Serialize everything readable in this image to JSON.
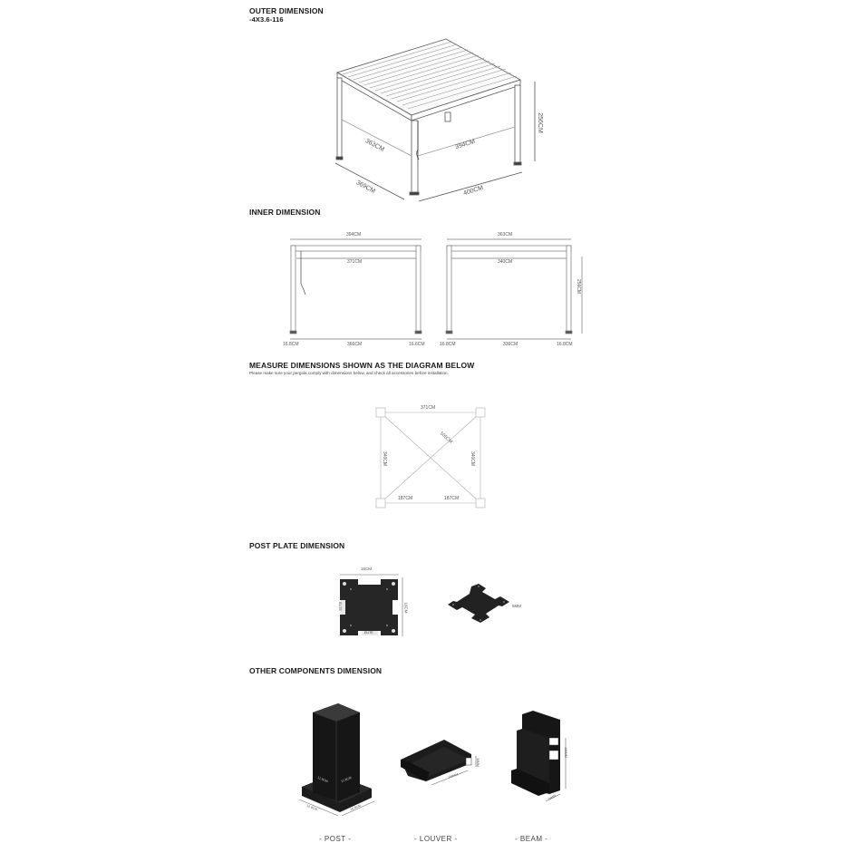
{
  "outer": {
    "title": "OUTER DIMENSION",
    "model": "-4X3.6-116",
    "labels": {
      "height": "256CM",
      "inner_side": "363CM",
      "inner_front": "394CM",
      "depth": "369CM",
      "width": "400CM"
    }
  },
  "inner": {
    "title": "INNER DIMENSION",
    "front": {
      "top": "394CM",
      "beam": "371CM",
      "left": "16.8CM",
      "middle": "366CM",
      "right": "16.6CM"
    },
    "side": {
      "top": "363CM",
      "beam": "340CM",
      "height": "256CM",
      "left": "16.8CM",
      "middle": "336CM",
      "right": "16.8CM"
    }
  },
  "measure": {
    "title": "MEASURE DIMENSIONS SHOWN AS THE DIAGRAM BELOW",
    "subtitle": "Please make sure your pergola comply with dimensions below, and check all accessories before installation.",
    "labels": {
      "top": "371CM",
      "diagonal": "505CM",
      "left": "340CM",
      "right": "340CM",
      "bottom_left": "187CM",
      "bottom_right": "187CM"
    }
  },
  "post_plate": {
    "title": "POST PLATE DIMENSION",
    "labels": {
      "width": "16CM",
      "height": "16CM",
      "thickness": "6MM",
      "logo_side": "ELITE",
      "logo_bottom": "ELITE"
    }
  },
  "components": {
    "title": "OTHER COMPONENTS DIMENSION",
    "items": [
      {
        "caption": "- POST -",
        "labels": [
          "11.8CM",
          "11.8CM",
          "16.8CM",
          "16.8CM"
        ]
      },
      {
        "caption": "- LOUVER -",
        "labels": [
          "190MM",
          "30MM"
        ]
      },
      {
        "caption": "- BEAM -",
        "labels": [
          "166MM",
          "70MM"
        ]
      }
    ]
  }
}
